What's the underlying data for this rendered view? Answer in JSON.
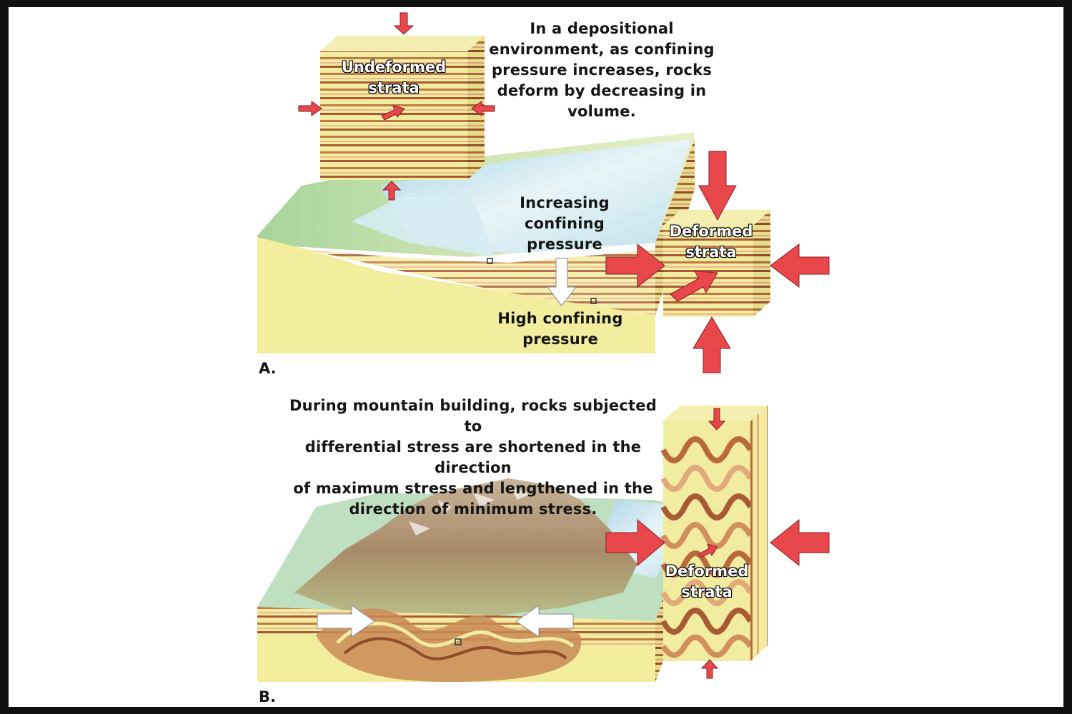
{
  "panel_a": {
    "label": "A.",
    "caption_lines": [
      "In a depositional",
      "environment, as confining",
      "pressure increases, rocks",
      "deform by decreasing in",
      "volume."
    ],
    "undeformed_label_lines": [
      "Undeformed",
      "strata"
    ],
    "increasing_label_lines": [
      "Increasing",
      "confining",
      "pressure"
    ],
    "high_label_lines": [
      "High confining",
      "pressure"
    ],
    "deformed_label_lines": [
      "Deformed",
      "strata"
    ]
  },
  "panel_b": {
    "label": "B.",
    "caption_lines": [
      "During mountain building, rocks subjected to",
      "differential stress are shortened in the direction",
      "of maximum stress and lengthened in the",
      "direction of minimum stress."
    ],
    "deformed_label_lines": [
      "Deformed",
      "strata"
    ]
  },
  "colors": {
    "arrow_red": "#e8474c",
    "sand": "#f2eca0",
    "stratum_brown": "#b86a3a",
    "water_blue": "#cfe8f0",
    "land_green": "#a8d49a"
  }
}
